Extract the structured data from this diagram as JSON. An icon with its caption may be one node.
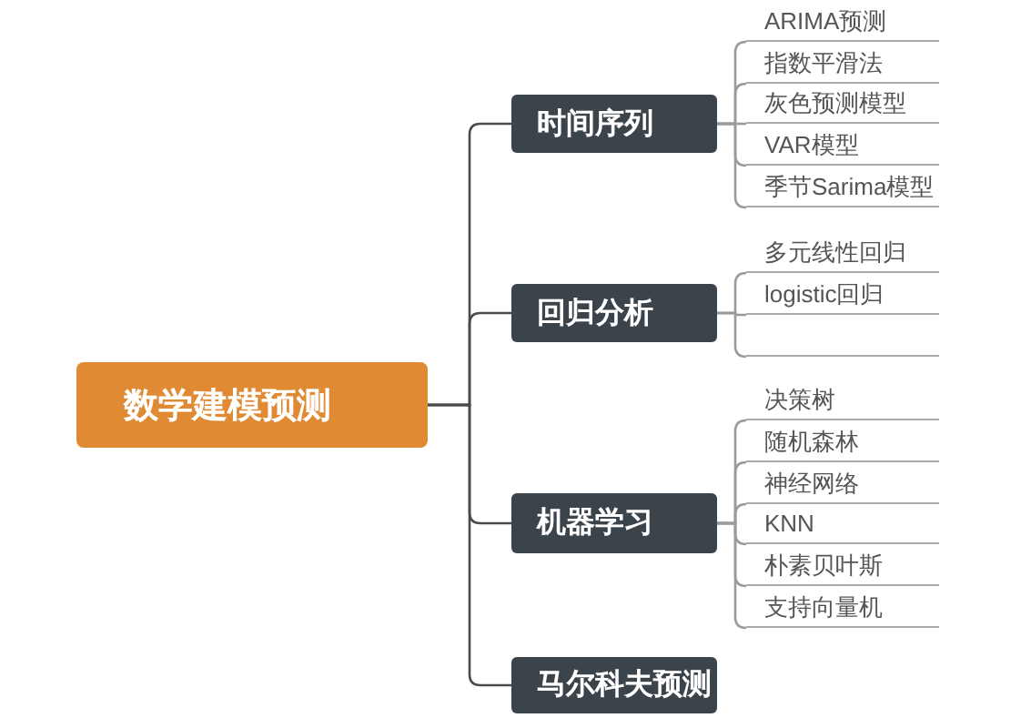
{
  "diagram": {
    "nodes": [
      {
        "text": [
          "数学建模预测"
        ]
      },
      {
        "text": [
          "时间序列"
        ]
      },
      {
        "text": [
          "ARIMA预测"
        ]
      },
      {
        "text": [
          "指数平滑法"
        ]
      },
      {
        "text": [
          "灰色预测模型"
        ]
      },
      {
        "text": [
          "VAR模型"
        ]
      },
      {
        "text": [
          "季节Sarima模型"
        ]
      },
      {
        "text": [
          "回归分析"
        ]
      },
      {
        "text": [
          "多元线性回归"
        ]
      },
      {
        "text": [
          "logistic回归"
        ]
      },
      {
        "text": [],
        "shape": "line"
      },
      {
        "text": [
          "机器学习"
        ]
      },
      {
        "text": [
          "决策树"
        ]
      },
      {
        "text": [
          "随机森林"
        ]
      },
      {
        "text": [
          "神经网络"
        ]
      },
      {
        "text": [
          "KNN"
        ]
      },
      {
        "text": [
          "朴素贝叶斯"
        ]
      },
      {
        "text": [
          "支持向量机"
        ]
      },
      {
        "text": [
          "马尔科夫预测"
        ]
      }
    ],
    "edges": [
      {
        "from": 0,
        "to": 1,
        "arrow": "none",
        "color": "#4a4a4a"
      },
      {
        "from": 0,
        "to": 7,
        "arrow": "none",
        "color": "#4a4a4a"
      },
      {
        "from": 0,
        "to": 11,
        "arrow": "none",
        "color": "#4a4a4a"
      },
      {
        "from": 0,
        "to": 18,
        "arrow": "none",
        "color": "#4a4a4a"
      },
      {
        "from": 1,
        "to": 2,
        "arrow": "none"
      },
      {
        "from": 1,
        "to": 3,
        "arrow": "none"
      },
      {
        "from": 1,
        "to": 4,
        "arrow": "none"
      },
      {
        "from": 1,
        "to": 5,
        "arrow": "none"
      },
      {
        "from": 1,
        "to": 6,
        "arrow": "none"
      },
      {
        "from": 7,
        "to": 8,
        "arrow": "none"
      },
      {
        "from": 7,
        "to": 9,
        "arrow": "none"
      },
      {
        "from": 7,
        "to": 10,
        "arrow": "none"
      },
      {
        "from": 11,
        "to": 12,
        "arrow": "none"
      },
      {
        "from": 11,
        "to": 13,
        "arrow": "none"
      },
      {
        "from": 11,
        "to": 14,
        "arrow": "none"
      },
      {
        "from": 11,
        "to": 15,
        "arrow": "none"
      },
      {
        "from": 11,
        "to": 16,
        "arrow": "none"
      },
      {
        "from": 11,
        "to": 17,
        "arrow": "none"
      }
    ]
  }
}
